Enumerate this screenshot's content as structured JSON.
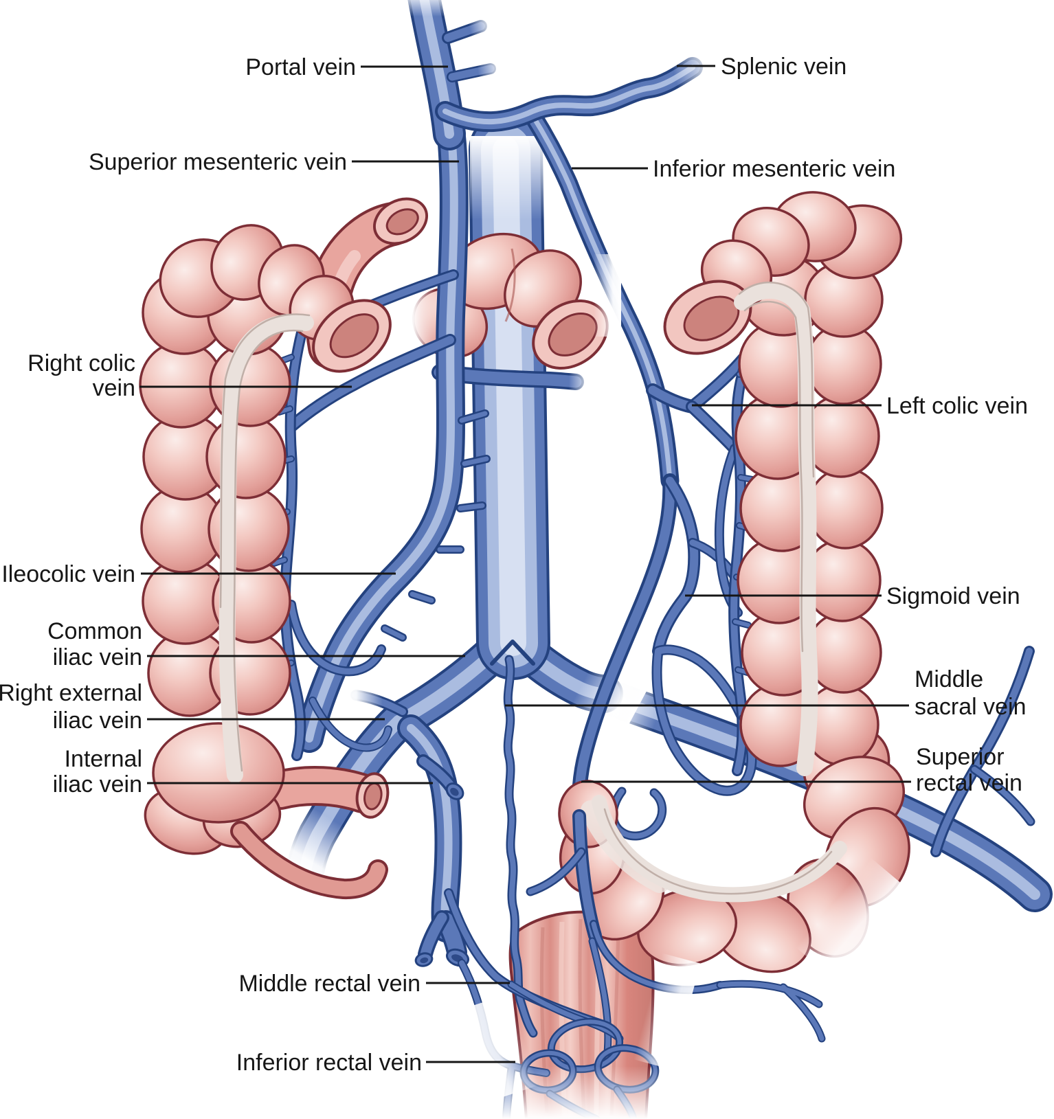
{
  "colors": {
    "background": "#FFFFFF",
    "vein_outline": "#24427F",
    "vein_fill": "#5B78B8",
    "vein_highlight": "#AFC0E2",
    "vein_core": "#D9E2F2",
    "colon_fill": "#DE958F",
    "colon_highlight": "#FBEDEA",
    "colon_outline": "#7D2E36",
    "cut_wall": "#F2C6C0",
    "cut_lumen": "#CC837D",
    "taenia": "#EAE1DC",
    "label_text": "#161616",
    "leader_line": "#161616"
  },
  "labels": {
    "portal_vein": {
      "text": "Portal vein"
    },
    "splenic_vein": {
      "text": "Splenic vein"
    },
    "superior_mesenteric_vein": {
      "text": "Superior mesenteric vein"
    },
    "inferior_mesenteric_vein": {
      "text": "Inferior mesenteric vein"
    },
    "right_colic_vein": {
      "line1": "Right colic",
      "line2": "vein"
    },
    "left_colic_vein": {
      "text": "Left colic vein"
    },
    "ileocolic_vein": {
      "text": "Ileocolic vein"
    },
    "sigmoid_vein": {
      "text": "Sigmoid vein"
    },
    "common_iliac_vein": {
      "line1": "Common",
      "line2": "iliac vein"
    },
    "middle_sacral_vein": {
      "line1": "Middle",
      "line2": "sacral vein"
    },
    "right_external_iliac_vein": {
      "line1": "Right external",
      "line2": "iliac vein"
    },
    "superior_rectal_vein": {
      "line1": "Superior",
      "line2": "rectal vein"
    },
    "internal_iliac_vein": {
      "line1": "Internal",
      "line2": "iliac vein"
    },
    "middle_rectal_vein": {
      "text": "Middle rectal vein"
    },
    "inferior_rectal_vein": {
      "text": "Inferior rectal vein"
    }
  }
}
